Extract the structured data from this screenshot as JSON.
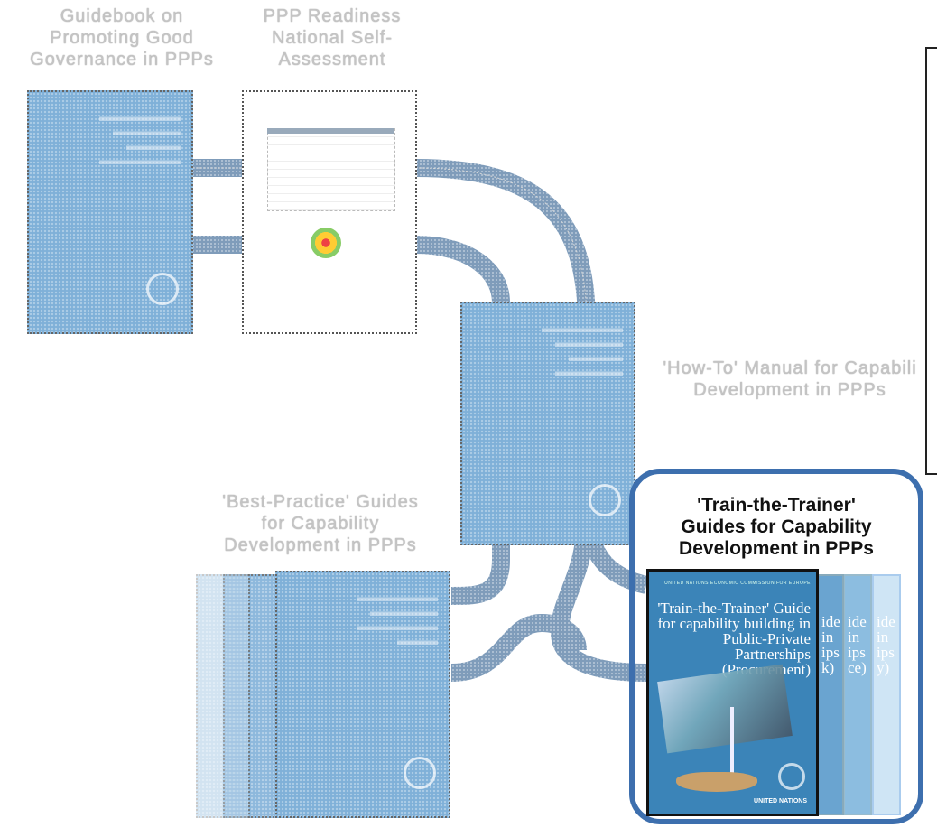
{
  "labels": {
    "guidebook": [
      "Guidebook on",
      "Promoting Good",
      "Governance in PPPs"
    ],
    "readiness": [
      "PPP Readiness",
      "National Self-",
      "Assessment"
    ],
    "howto": [
      "'How-To' Manual  for Capabili",
      "Development in PPPs"
    ],
    "best_practice": [
      "'Best-Practice' Guides",
      "for Capability",
      "Development in PPPs"
    ],
    "train": [
      "'Train-the-Trainer'",
      "Guides for Capability",
      "Development in PPPs"
    ]
  },
  "train_cover": {
    "top_line": "UNITED NATIONS ECONOMIC COMMISSION FOR EUROPE",
    "title": "'Train-the-Trainer' Guide for capability building in Public-Private Partnerships (Procurement)",
    "publisher": "UNITED NATIONS",
    "peek_2": "ide in ips k)",
    "peek_3": "ide in ips ce)",
    "peek_4": "ide in ips y)"
  },
  "colors": {
    "highlight_frame": "#3d6fae",
    "cover_blue": "#7fb0d8",
    "connector": "#6f8fb0"
  }
}
